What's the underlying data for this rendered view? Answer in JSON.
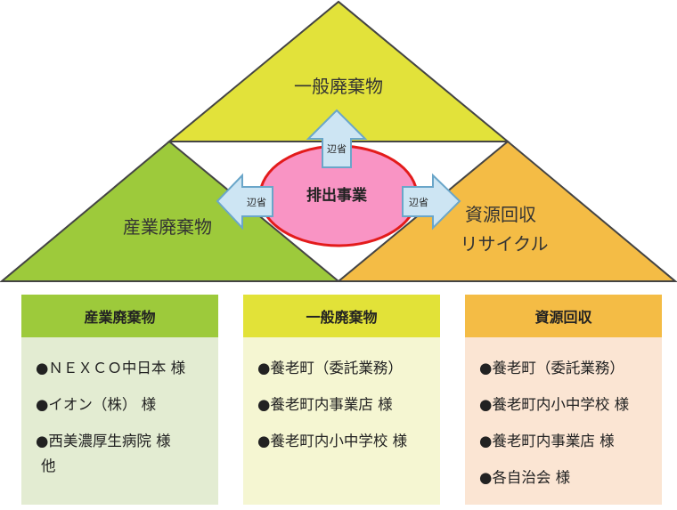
{
  "diagram": {
    "top_label": "一般廃棄物",
    "left_label": "産業廃棄物",
    "right_label_line1": "資源回収",
    "right_label_line2": "リサイクル",
    "center_label": "排出事業",
    "arrow_up_label": "辺省",
    "arrow_left_label": "辺省",
    "arrow_right_label": "辺省",
    "colors": {
      "top": "#e2e23a",
      "left": "#9dca3b",
      "right": "#f4bc45",
      "ellipse_fill": "#f994c4",
      "ellipse_stroke": "#e31b1b",
      "arrow_fill": "#cde5f3",
      "arrow_stroke": "#6aa6c9"
    }
  },
  "panels": {
    "industrial": {
      "title": "産業廃棄物",
      "items": [
        "●ＮＥＸＣＯ中日本 様",
        "●イオン（株） 様",
        "●西美濃厚生病院 様"
      ],
      "continuation": "他"
    },
    "general": {
      "title": "一般廃棄物",
      "items": [
        "●養老町（委託業務）",
        "●養老町内事業店 様",
        "●養老町内小中学校 様"
      ]
    },
    "resource": {
      "title": "資源回収",
      "items": [
        "●養老町（委託業務）",
        "●養老町内小中学校 様",
        "●養老町内事業店 様",
        "●各自治会 様"
      ]
    }
  }
}
